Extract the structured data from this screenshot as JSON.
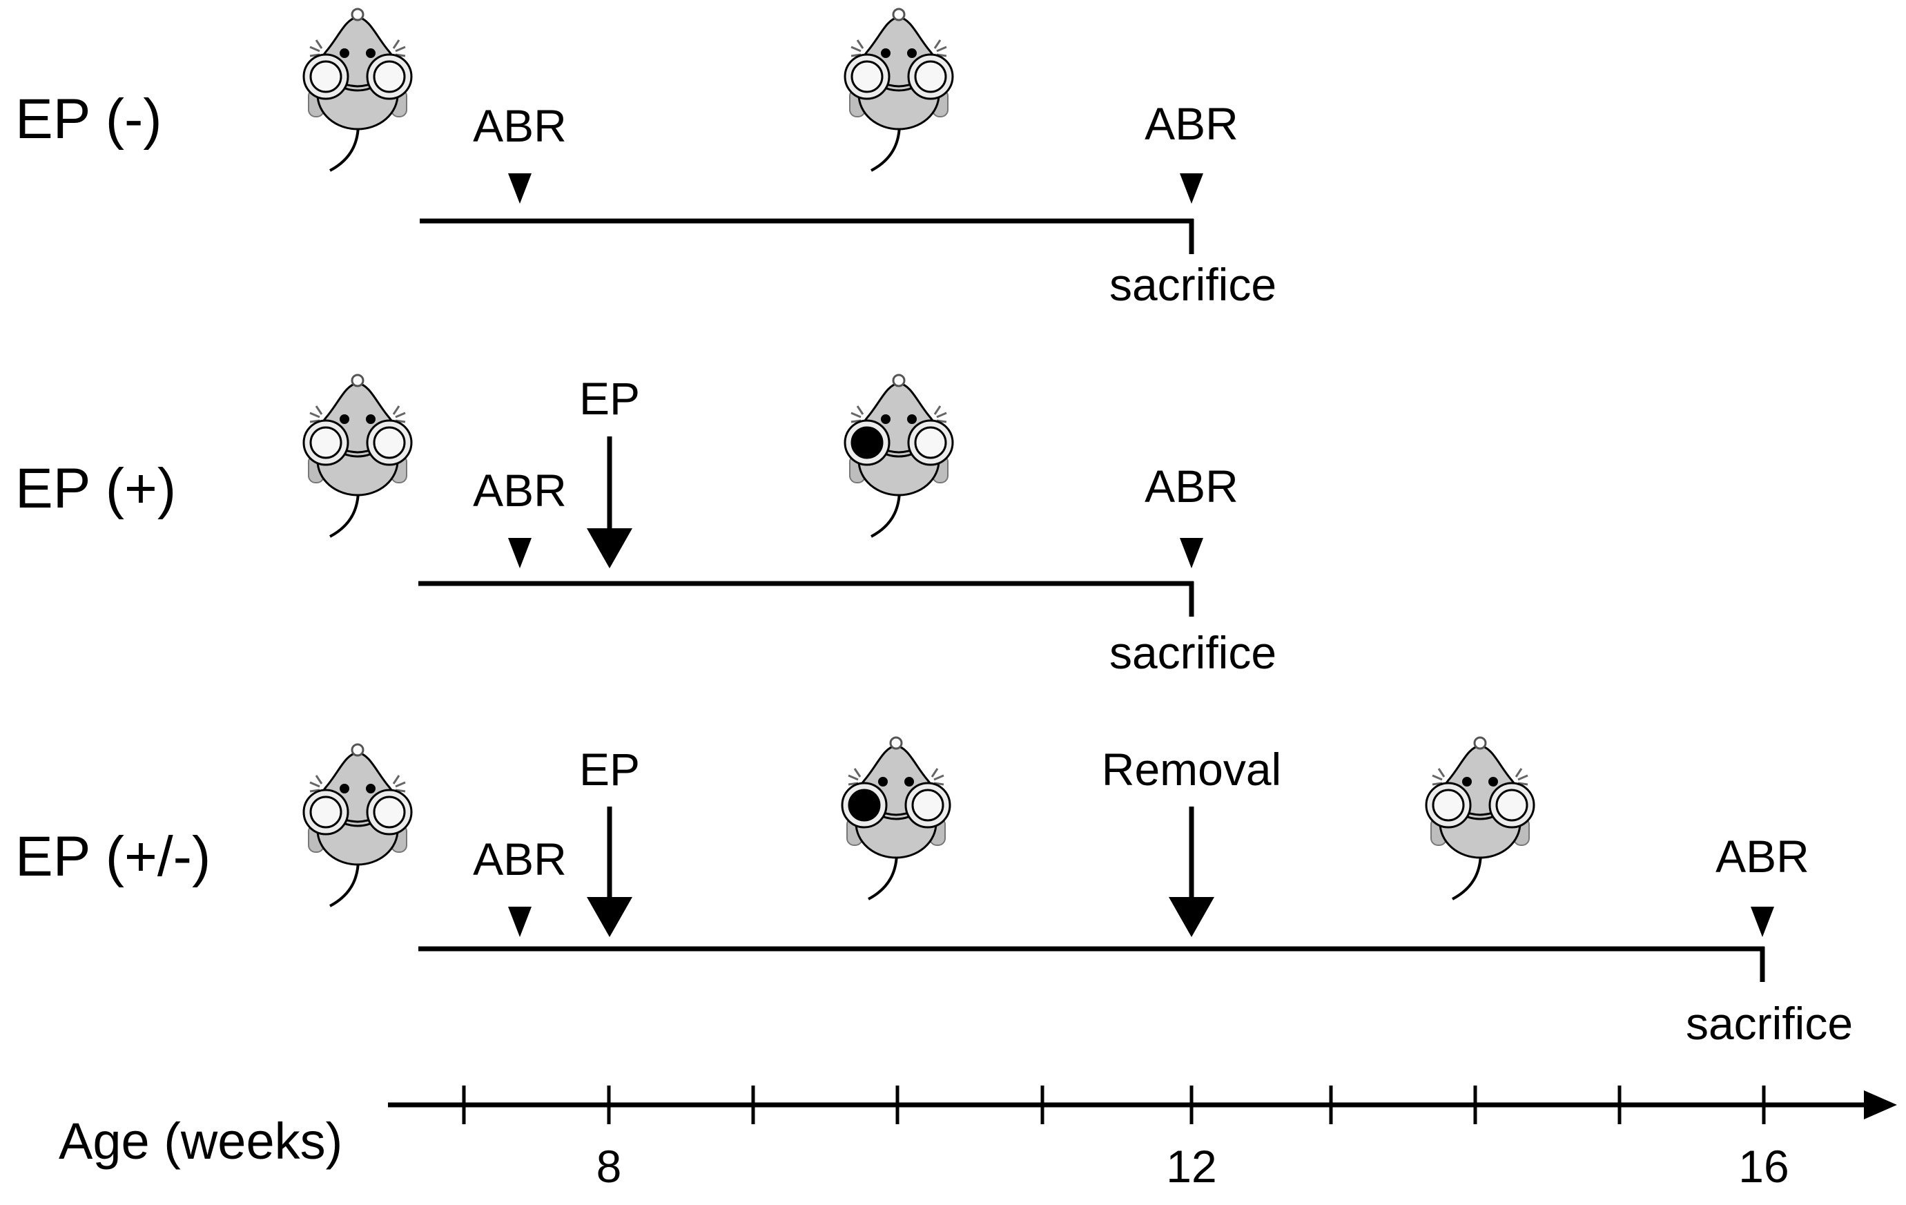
{
  "groups": [
    {
      "label": "EP (-)",
      "abr1": "ABR",
      "abr2": "ABR",
      "end": "sacrifice"
    },
    {
      "label": "EP (+)",
      "abr1": "ABR",
      "ep": "EP",
      "abr2": "ABR",
      "end": "sacrifice"
    },
    {
      "label": "EP (+/-)",
      "abr1": "ABR",
      "ep": "EP",
      "removal": "Removal",
      "abr2": "ABR",
      "end": "sacrifice"
    }
  ],
  "axis": {
    "label": "Age (weeks)",
    "ticks": [
      "8",
      "12",
      "16"
    ]
  },
  "icons": {
    "mouse_normal": "mouse-normal-icon",
    "mouse_ep": "mouse-ear-plug-icon"
  },
  "colors": {
    "mouse_body": "#c8c8c8",
    "ear_plug": "#000000",
    "ear_open": "#f0f0f0"
  }
}
